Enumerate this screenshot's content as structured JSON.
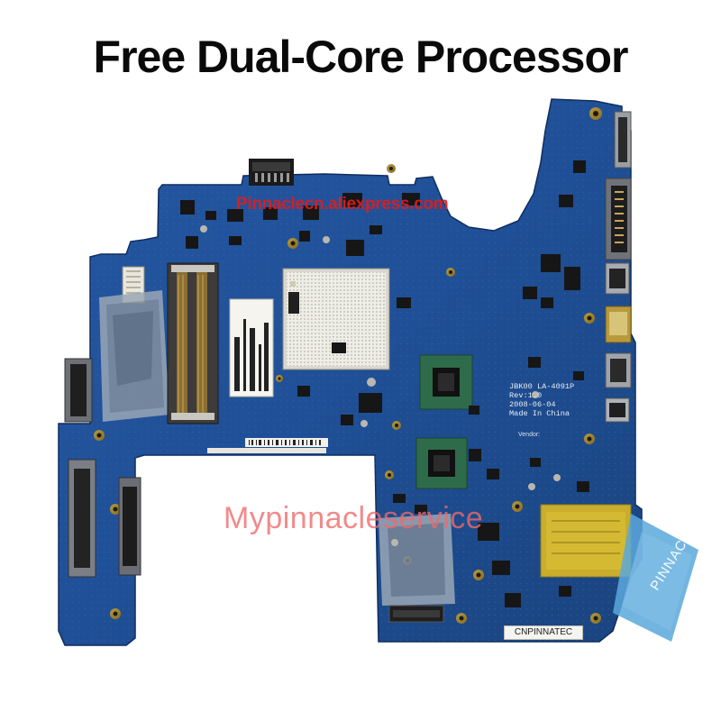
{
  "headline": "Free Dual-Core Processor",
  "watermarks": {
    "top": "Pinnaclecn.aliexpress.com",
    "middle": "Mypinnacleservice"
  },
  "board_silkscreen": {
    "model": "JBK00 LA-4091P",
    "rev": "Rev:1.0",
    "date": "2008-06-04",
    "origin": "Made In China",
    "vendor": "Vendor:"
  },
  "bottom_label": "CNPINNATEC",
  "logo_text": "PINNACLE",
  "colors": {
    "pcb": "#1f4f96",
    "pcb_dark": "#173f7c",
    "watermark_red": "#e01c1c",
    "logo_blue": "#5aa8dc"
  }
}
